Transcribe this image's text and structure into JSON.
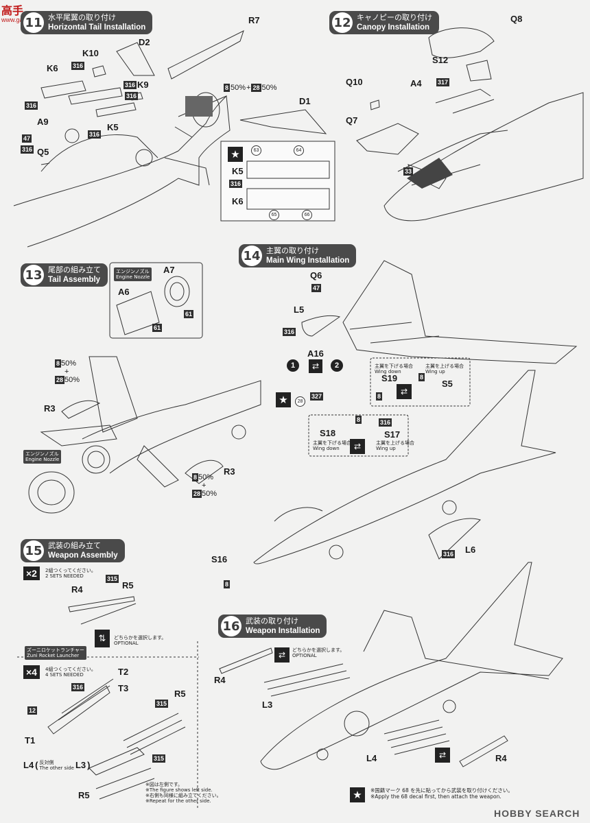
{
  "watermark_top": {
    "logo_text": "高手",
    "site": "www.gaoshou.net"
  },
  "watermark_bottom": {
    "text": "HOBBY SEARCH"
  },
  "steps": {
    "s11": {
      "num": "11",
      "jp": "水平尾翼の取り付け",
      "en": "Horizontal Tail Installation"
    },
    "s12": {
      "num": "12",
      "jp": "キャノピーの取り付け",
      "en": "Canopy Installation"
    },
    "s13": {
      "num": "13",
      "jp": "尾部の組み立て",
      "en": "Tail Assembly"
    },
    "s14": {
      "num": "14",
      "jp": "主翼の取り付け",
      "en": "Main Wing Installation"
    },
    "s15": {
      "num": "15",
      "jp": "武装の組み立て",
      "en": "Weapon Assembly"
    },
    "s16": {
      "num": "16",
      "jp": "武装の取り付け",
      "en": "Weapon Installation"
    }
  },
  "parts": {
    "R7": "R7",
    "D2": "D2",
    "K10": "K10",
    "K6": "K6",
    "K9": "K9",
    "K5": "K5",
    "A9": "A9",
    "Q5": "Q5",
    "D1": "D1",
    "Q8": "Q8",
    "S12": "S12",
    "Q10": "Q10",
    "A4": "A4",
    "Q7": "Q7",
    "A7": "A7",
    "A6": "A6",
    "R3": "R3",
    "Q6": "Q6",
    "L5": "L5",
    "A16": "A16",
    "S19": "S19",
    "S5": "S5",
    "S18": "S18",
    "S17": "S17",
    "L6": "L6",
    "S16": "S16",
    "R4": "R4",
    "R5": "R5",
    "T2": "T2",
    "T3": "T3",
    "T1": "T1",
    "L3": "L3",
    "L4": "L4"
  },
  "paints": {
    "c316": "316",
    "c8": "8",
    "c28": "28",
    "c47": "47",
    "c317": "317",
    "c33": "33",
    "c61": "61",
    "c327": "327",
    "c315": "315",
    "c12": "12"
  },
  "mix_text": {
    "pct50a": "50%",
    "plus": "+",
    "pct50b": "50%"
  },
  "decals": {
    "d63": "63",
    "d64": "64",
    "d65": "65",
    "d66": "66",
    "d28": "28",
    "d68": "68"
  },
  "notes": {
    "engine_nozzle_jp": "エンジンノズル",
    "engine_nozzle_en": "Engine Nozzle",
    "x2": "×2",
    "two_sets_jp": "2組つくってください。",
    "two_sets_en": "2 SETS NEEDED",
    "optional_jp": "どちらかを選択します。",
    "optional_en": "OPTIONAL",
    "zuni_jp": "ズーニロケットランチャー",
    "zuni_en": "Zuni Rocket Launcher",
    "x4": "×4",
    "four_sets_jp": "4組つくってください。",
    "four_sets_en": "4 SETS NEEDED",
    "other_side_jp": "反対側",
    "other_side_en": "The other side",
    "left_side_jp": "※図は左側です。",
    "left_side_en": "※The figure shows left side.",
    "repeat_jp": "※右側も同様に組み立てください。",
    "repeat_en": "※Repeat for the other side.",
    "wing_down_jp": "主翼を下げる場合",
    "wing_down_en": "Wing down",
    "wing_up_jp": "主翼を上げる場合",
    "wing_up_en": "Wing up",
    "national_jp": "※国籍マーク 68 を先に貼ってから武装を取り付けください。",
    "national_en": "※Apply the 68 decal first, then attach the weapon."
  },
  "colors": {
    "header_bg": "#4a4a4a",
    "paint_box": "#2e2e2e",
    "line": "#333333",
    "page": "#f2f2f1"
  }
}
